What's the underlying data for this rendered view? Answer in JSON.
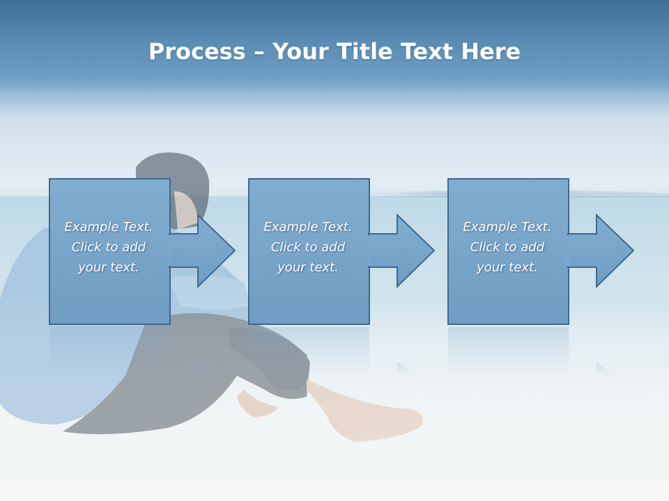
{
  "slide": {
    "title_bold": "Process",
    "title_rest": " – Your Title Text Here"
  },
  "steps": [
    {
      "line1": "Example Text.",
      "line2": "Click  to add",
      "line3": "your text."
    },
    {
      "line1": "Example Text.",
      "line2": "Click  to add",
      "line3": "your text."
    },
    {
      "line1": "Example Text.",
      "line2": "Click  to add",
      "line3": "your text."
    }
  ],
  "colors": {
    "header": "#4f80a8",
    "box_fill": "#79a6cb",
    "box_border": "#3e6890",
    "title_text": "#ffffff"
  }
}
